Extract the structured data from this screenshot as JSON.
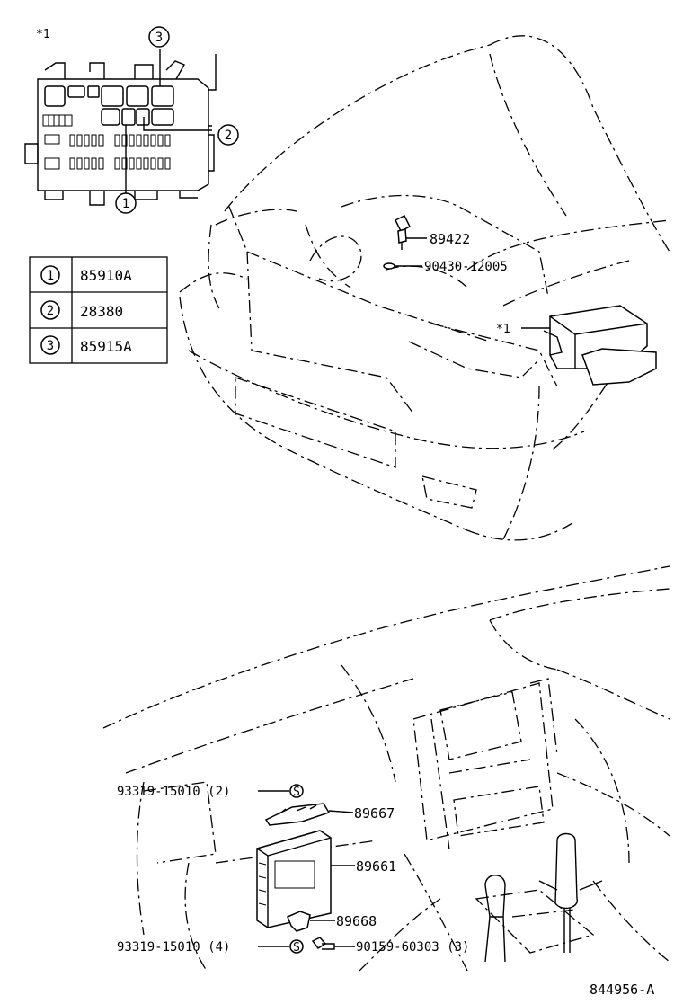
{
  "figure_code": "844956-A",
  "note_mark": "*1",
  "callouts": {
    "c1": "1",
    "c2": "2",
    "c3": "3"
  },
  "legend": [
    {
      "index": "1",
      "part": "85910A"
    },
    {
      "index": "2",
      "part": "28380"
    },
    {
      "index": "3",
      "part": "85915A"
    }
  ],
  "engine_parts": {
    "sensor": "89422",
    "gasket": "90430-12005"
  },
  "dash_parts": {
    "clip_top": "93319-15010 (2)",
    "clip_top_symbol": "S",
    "bracket": "89667",
    "ecu": "89661",
    "bracket_lower": "89668",
    "clip_bottom": "93319-15010 (4)",
    "clip_bottom_symbol": "S",
    "bolt": "90159-60303 (3)"
  }
}
